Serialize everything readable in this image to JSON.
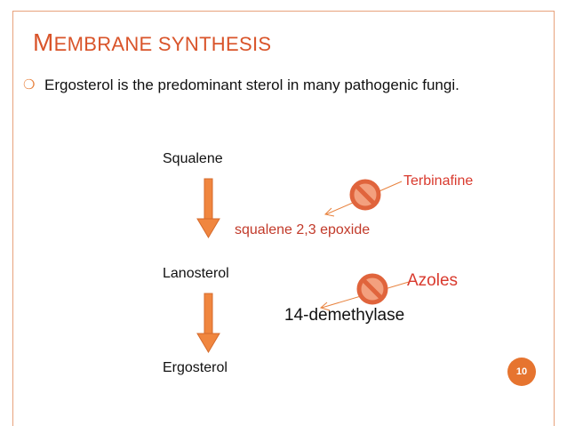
{
  "slide": {
    "title_first": "M",
    "title_rest": "EMBRANE SYNTHESIS",
    "bullet": "Ergosterol is the predominant sterol in many pathogenic fungi.",
    "page_number": "10"
  },
  "pathway": {
    "compounds": [
      "Squalene",
      "Lanosterol",
      "Ergosterol"
    ],
    "enzymes": [
      "squalene 2,3 epoxide",
      "14-demethylase"
    ],
    "inhibitors": [
      "Terbinafine",
      "Azoles"
    ]
  },
  "colors": {
    "title": "#d9542a",
    "arrow": "#f0863f",
    "enzyme_1": "#c23a2a",
    "inhibitor": "#d93a2e",
    "badge": "#e6742f"
  },
  "icons": {
    "bullet": "ring-bullet-icon",
    "inhibit": "prohibition-icon"
  }
}
